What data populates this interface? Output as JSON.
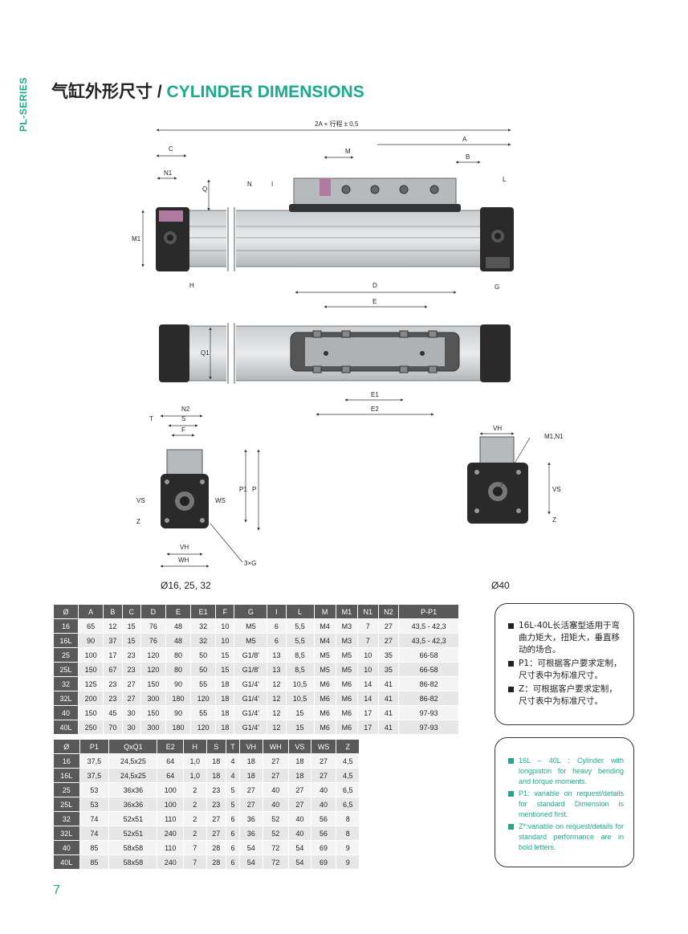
{
  "series_label": "PL-SERIES",
  "title_cn": "气缸外形尺寸 / ",
  "title_en": "CYLINDER DIMENSIONS",
  "drawing_labels": {
    "overall": "2A + 行程 ± 0,5",
    "A": "A",
    "B": "B",
    "C": "C",
    "M": "M",
    "N1": "N1",
    "N": "N",
    "I": "I",
    "Q": "Q",
    "L": "L",
    "M1": "M1",
    "H": "H",
    "G": "G",
    "D": "D",
    "E": "E",
    "Q1": "Q1",
    "E1": "E1",
    "E2": "E2",
    "N2": "N2",
    "T": "T",
    "S": "S",
    "F": "F",
    "VS": "VS",
    "Z": "Z",
    "WS": "WS",
    "P1": "P1",
    "P": "P",
    "VH": "VH",
    "WH": "WH",
    "G3": "3×G",
    "M1N1": "M1,N1"
  },
  "captions": {
    "small": "Ø16, 25, 32",
    "large": "Ø40"
  },
  "table1": {
    "headers": [
      "Ø",
      "A",
      "B",
      "C",
      "D",
      "E",
      "E1",
      "F",
      "G",
      "I",
      "L",
      "M",
      "M1",
      "N1",
      "N2",
      "P-P1"
    ],
    "rows": [
      [
        "16",
        "65",
        "12",
        "15",
        "76",
        "48",
        "32",
        "10",
        "M5",
        "6",
        "5,5",
        "M4",
        "M3",
        "7",
        "27",
        "43,5 - 42,3"
      ],
      [
        "16L",
        "90",
        "37",
        "15",
        "76",
        "48",
        "32",
        "10",
        "M5",
        "6",
        "5,5",
        "M4",
        "M3",
        "7",
        "27",
        "43,5 - 42,3"
      ],
      [
        "25",
        "100",
        "17",
        "23",
        "120",
        "80",
        "50",
        "15",
        "G1/8'",
        "13",
        "8,5",
        "M5",
        "M5",
        "10",
        "35",
        "66-58"
      ],
      [
        "25L",
        "150",
        "67",
        "23",
        "120",
        "80",
        "50",
        "15",
        "G1/8'",
        "13",
        "8,5",
        "M5",
        "M5",
        "10",
        "35",
        "66-58"
      ],
      [
        "32",
        "125",
        "23",
        "27",
        "150",
        "90",
        "55",
        "18",
        "G1/4'",
        "12",
        "10,5",
        "M6",
        "M6",
        "14",
        "41",
        "86-82"
      ],
      [
        "32L",
        "200",
        "23",
        "27",
        "300",
        "180",
        "120",
        "18",
        "G1/4'",
        "12",
        "10,5",
        "M6",
        "M6",
        "14",
        "41",
        "86-82"
      ],
      [
        "40",
        "150",
        "45",
        "30",
        "150",
        "90",
        "55",
        "18",
        "G1/4'",
        "12",
        "15",
        "M6",
        "M6",
        "17",
        "41",
        "97-93"
      ],
      [
        "40L",
        "250",
        "70",
        "30",
        "300",
        "180",
        "120",
        "18",
        "G1/4'",
        "12",
        "15",
        "M6",
        "M6",
        "17",
        "41",
        "97-93"
      ]
    ]
  },
  "table2": {
    "headers": [
      "Ø",
      "P1",
      "QxQ1",
      "E2",
      "H",
      "S",
      "T",
      "VH",
      "WH",
      "VS",
      "WS",
      "Z"
    ],
    "rows": [
      [
        "16",
        "37,5",
        "24,5x25",
        "64",
        "1,0",
        "18",
        "4",
        "18",
        "27",
        "18",
        "27",
        "4,5"
      ],
      [
        "16L",
        "37,5",
        "24,5x25",
        "64",
        "1,0",
        "18",
        "4",
        "18",
        "27",
        "18",
        "27",
        "4,5"
      ],
      [
        "25",
        "53",
        "36x36",
        "100",
        "2",
        "23",
        "5",
        "27",
        "40",
        "27",
        "40",
        "6,5"
      ],
      [
        "25L",
        "53",
        "36x36",
        "100",
        "2",
        "23",
        "5",
        "27",
        "40",
        "27",
        "40",
        "6,5"
      ],
      [
        "32",
        "74",
        "52x51",
        "110",
        "2",
        "27",
        "6",
        "36",
        "52",
        "40",
        "56",
        "8"
      ],
      [
        "32L",
        "74",
        "52x51",
        "240",
        "2",
        "27",
        "6",
        "36",
        "52",
        "40",
        "56",
        "8"
      ],
      [
        "40",
        "85",
        "58x58",
        "110",
        "7",
        "28",
        "6",
        "54",
        "72",
        "54",
        "69",
        "9"
      ],
      [
        "40L",
        "85",
        "58x58",
        "240",
        "7",
        "28",
        "6",
        "54",
        "72",
        "54",
        "69",
        "9"
      ]
    ]
  },
  "notes_cn": [
    "16L-40L长活塞型适用于弯曲力矩大，扭矩大，垂直移动的场合。",
    "P1：可根据客户要求定制，尺寸表中为标准尺寸。",
    "Z：可根据客户要求定制，尺寸表中为标准尺寸。"
  ],
  "notes_en": [
    "16L – 40L : Cylinder with longpiston for heavy bending and torque moments.",
    "P1: variable on request/details for standard Dimension is mentioned first.",
    "Z*:variable on request/details for standard performance are in bold letters."
  ],
  "page_number": "7"
}
